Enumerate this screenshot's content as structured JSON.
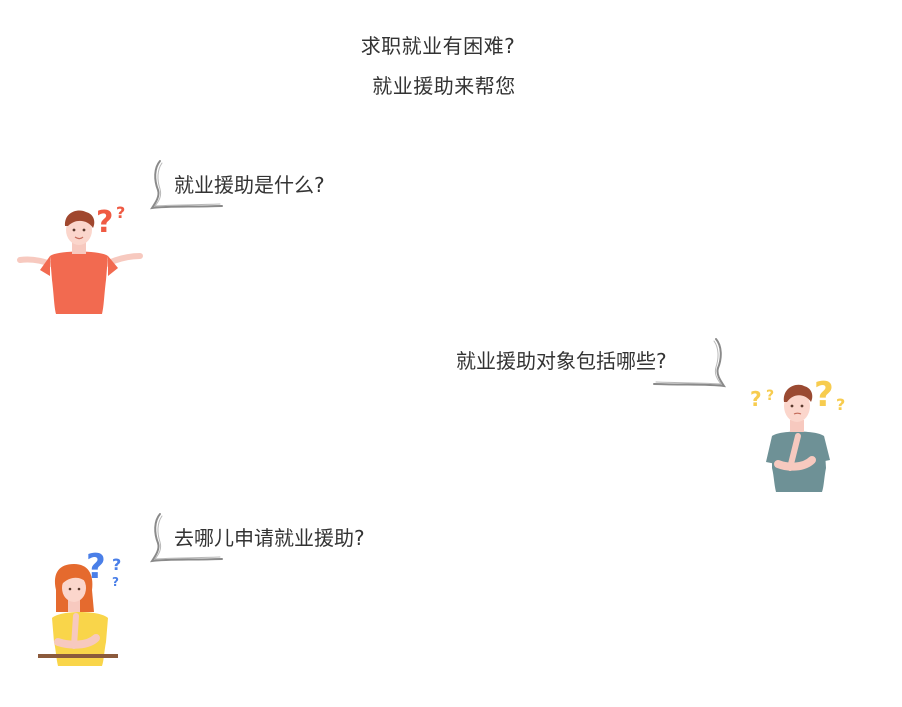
{
  "header": {
    "line1": "求职就业有困难?",
    "line2": "就业援助来帮您"
  },
  "questions": [
    {
      "text": "就业援助是什么?"
    },
    {
      "text": "就业援助对象包括哪些?"
    },
    {
      "text": "去哪儿申请就业援助?"
    }
  ],
  "icons": {
    "figure1": "shrugging-man-icon",
    "figure2": "thinking-man-icon",
    "figure3": "thinking-woman-icon",
    "bubble": "speech-bracket-icon"
  },
  "colors": {
    "text": "#333333",
    "shirt_red": "#f26a50",
    "shirt_teal": "#6e9196",
    "shirt_yellow": "#f9d54a",
    "question_red": "#ef5a43",
    "question_yellow": "#f7cc4f",
    "question_blue": "#4a7fe8",
    "bracket": "#8a8a8a"
  }
}
